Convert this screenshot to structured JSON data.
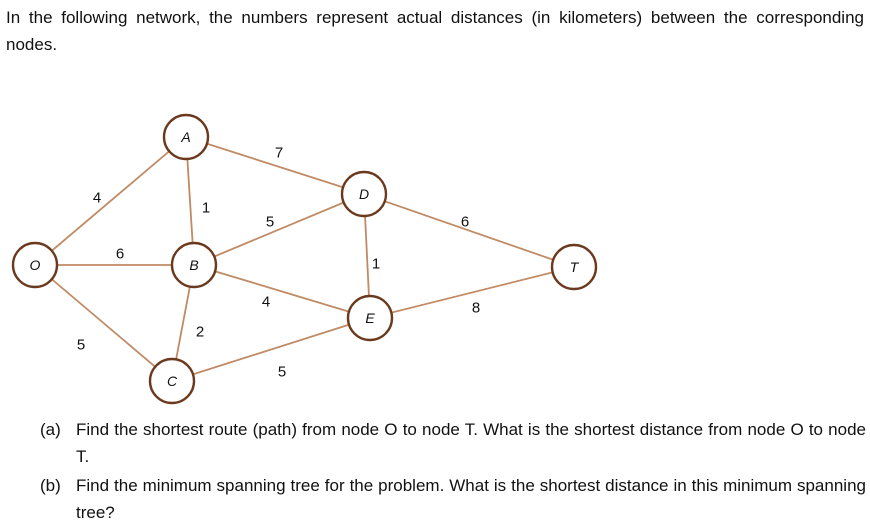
{
  "intro": "In the following network, the numbers represent actual distances (in kilometers) between the corresponding nodes.",
  "graph": {
    "nodes": [
      {
        "id": "O",
        "label": "O"
      },
      {
        "id": "A",
        "label": "A"
      },
      {
        "id": "B",
        "label": "B"
      },
      {
        "id": "C",
        "label": "C"
      },
      {
        "id": "D",
        "label": "D"
      },
      {
        "id": "E",
        "label": "E"
      },
      {
        "id": "T",
        "label": "T"
      }
    ],
    "edges": [
      {
        "from": "O",
        "to": "A",
        "weight": "4"
      },
      {
        "from": "O",
        "to": "B",
        "weight": "6"
      },
      {
        "from": "O",
        "to": "C",
        "weight": "5"
      },
      {
        "from": "A",
        "to": "B",
        "weight": "1"
      },
      {
        "from": "A",
        "to": "D",
        "weight": "7"
      },
      {
        "from": "B",
        "to": "D",
        "weight": "5"
      },
      {
        "from": "B",
        "to": "E",
        "weight": "4"
      },
      {
        "from": "B",
        "to": "C",
        "weight": "2"
      },
      {
        "from": "C",
        "to": "E",
        "weight": "5"
      },
      {
        "from": "D",
        "to": "E",
        "weight": "1"
      },
      {
        "from": "D",
        "to": "T",
        "weight": "6"
      },
      {
        "from": "E",
        "to": "T",
        "weight": "8"
      }
    ]
  },
  "questions": [
    {
      "marker": "(a)",
      "text": "Find the shortest route (path) from node O to node T.  What is the shortest distance from node O to node T."
    },
    {
      "marker": "(b)",
      "text": "Find the minimum spanning tree for the problem.  What is the shortest distance in this minimum spanning tree?"
    }
  ]
}
